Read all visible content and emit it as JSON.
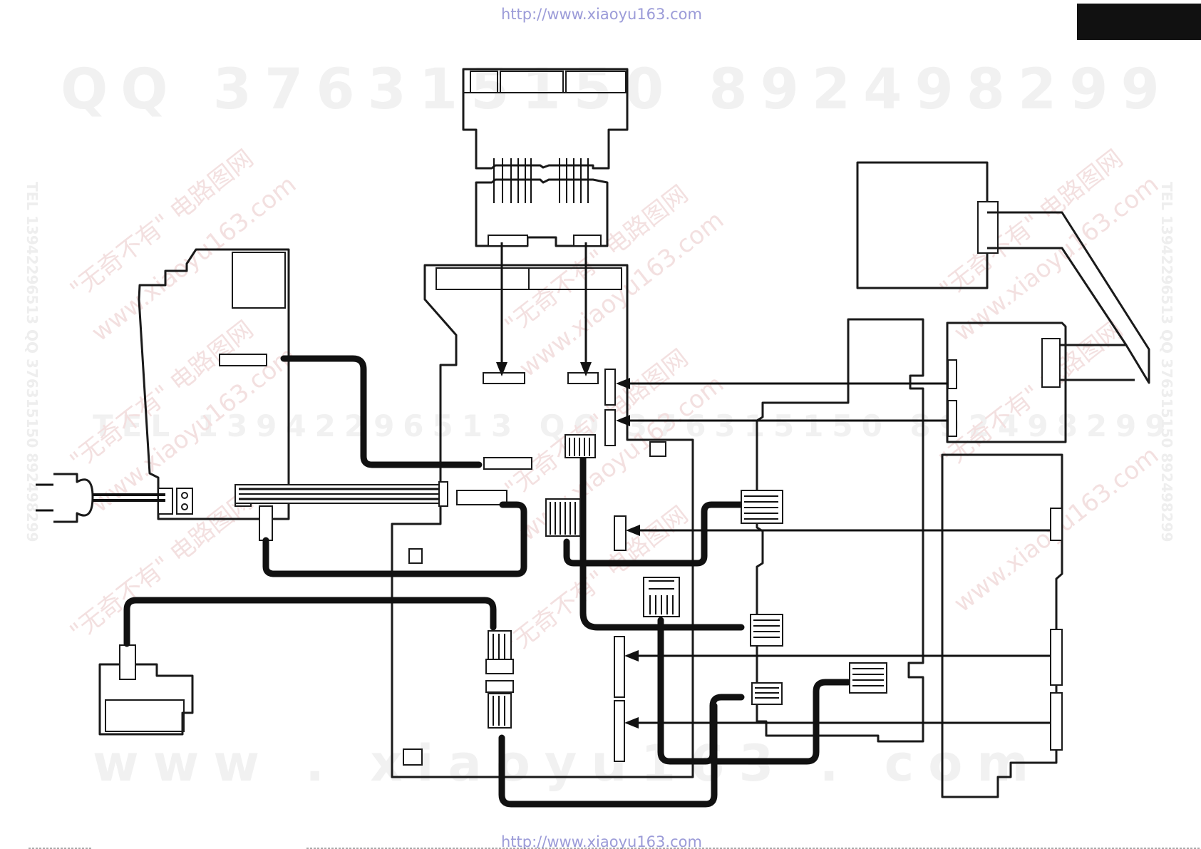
{
  "watermarks": {
    "top_url": "http://www.xiaoyu163.com",
    "bottom_url": "http://www.xiaoyu163.com",
    "qq_line": "QQ 376315150   892498299",
    "tel_line": "TEL 13942296513   QQ 376315150   892498299",
    "www_line": "www . xiaoyu163 . com",
    "side_left": "TEL 13942296513 QQ 376315150 892498299",
    "side_right": "TEL 13942296513 QQ 376315150 892498299",
    "diag_1": "\"无奇不有\" 电路图网",
    "diag_2": "www.xiaoyu163.com"
  },
  "colors": {
    "line": "#1a1a1a",
    "url": "#9b9bd8",
    "corner_block": "#111111"
  },
  "icons": {
    "power_plug": "power-plug-icon",
    "corner_block": "black-rectangle"
  }
}
